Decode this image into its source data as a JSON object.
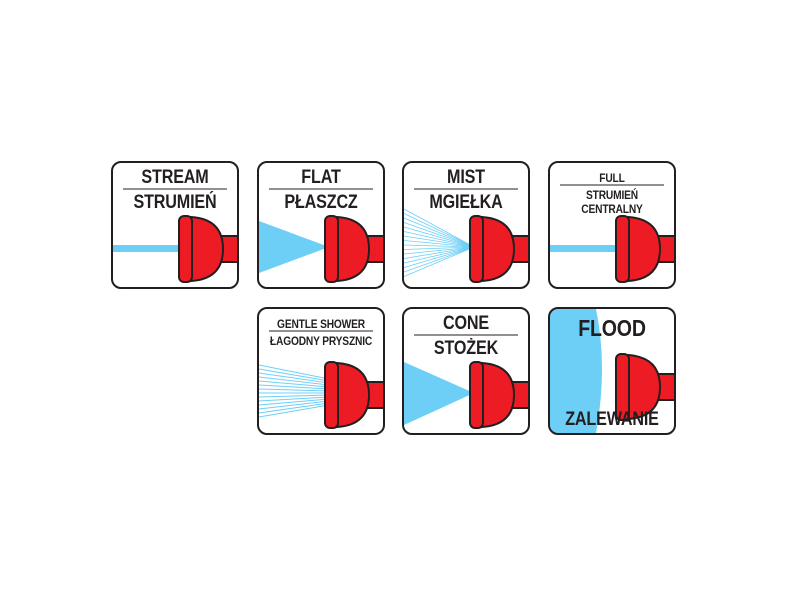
{
  "colors": {
    "water": "#6dcff6",
    "nozzle": "#ed1c24",
    "outline": "#231f20"
  },
  "tiles": [
    {
      "en": "STREAM",
      "pl": "STRUMIEŃ",
      "spray": "stream"
    },
    {
      "en": "FLAT",
      "pl": "PŁASZCZ",
      "spray": "flat"
    },
    {
      "en": "MIST",
      "pl": "MGIEŁKA",
      "spray": "mist"
    },
    {
      "en": "FULL",
      "pl": "STRUMIEŃ CENTRALNY",
      "spray": "full"
    },
    {
      "en": "GENTLE SHOWER",
      "pl": "ŁAGODNY PRYSZNIC",
      "spray": "shower"
    },
    {
      "en": "CONE",
      "pl": "STOŻEK",
      "spray": "cone"
    },
    {
      "en": "FLOOD",
      "pl": "ZALEWANIE",
      "spray": "flood"
    }
  ]
}
